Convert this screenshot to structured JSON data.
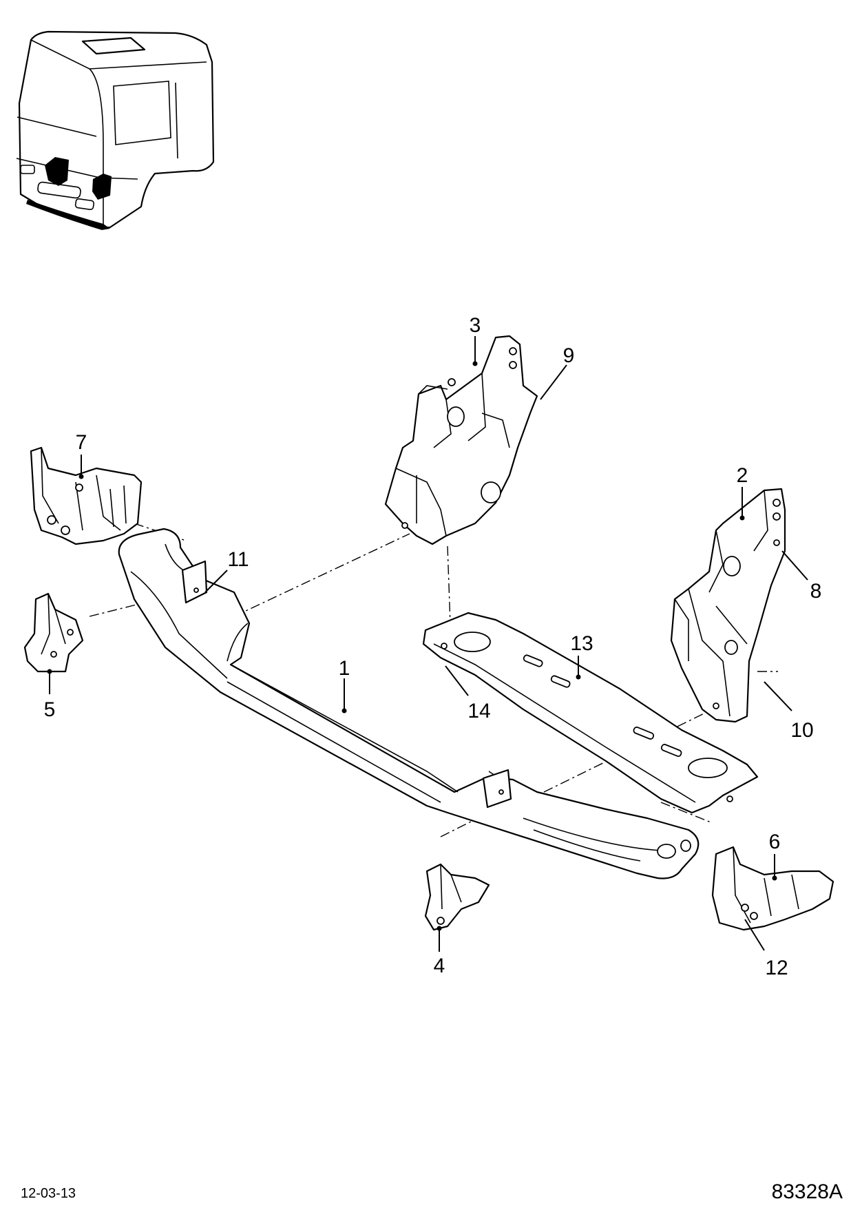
{
  "drawing": {
    "date_code": "12-03-13",
    "drawing_number": "83328A"
  },
  "callouts": [
    {
      "id": "1",
      "label": "1"
    },
    {
      "id": "2",
      "label": "2"
    },
    {
      "id": "3",
      "label": "3"
    },
    {
      "id": "4",
      "label": "4"
    },
    {
      "id": "5",
      "label": "5"
    },
    {
      "id": "6",
      "label": "6"
    },
    {
      "id": "7",
      "label": "7"
    },
    {
      "id": "8",
      "label": "8"
    },
    {
      "id": "9",
      "label": "9"
    },
    {
      "id": "10",
      "label": "10"
    },
    {
      "id": "11",
      "label": "11"
    },
    {
      "id": "12",
      "label": "12"
    },
    {
      "id": "13",
      "label": "13"
    },
    {
      "id": "14",
      "label": "14"
    }
  ]
}
